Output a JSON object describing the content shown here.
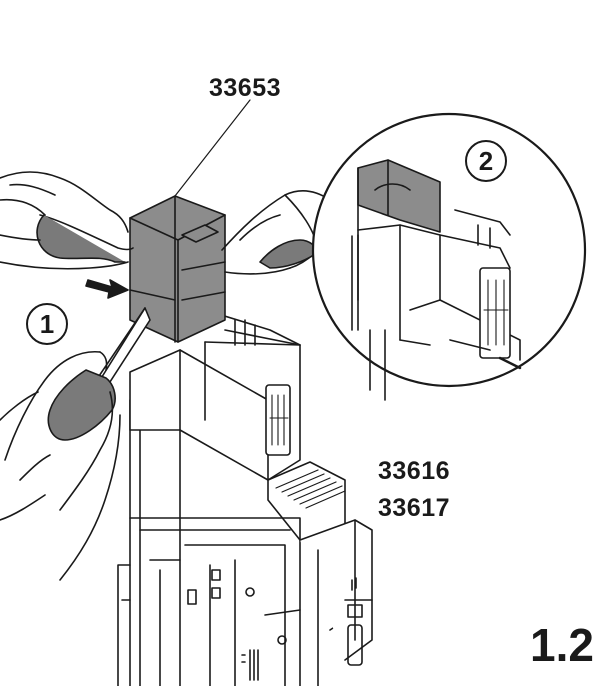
{
  "labels": {
    "top_part_number": "33653",
    "side_part_number_1": "33616",
    "side_part_number_2": "33617",
    "figure_number": "1.2"
  },
  "steps": [
    {
      "label": "1"
    },
    {
      "label": "2"
    }
  ],
  "colors": {
    "line": "#1a1a1a",
    "cover_fill": "#8c8c8c",
    "skin_shade": "#7a7a7a",
    "body_fill": "#ffffff"
  },
  "icons": {
    "arrow": "push-arrow-icon",
    "hands": "hand-illustration",
    "zoom": "detail-magnifier-circle"
  }
}
